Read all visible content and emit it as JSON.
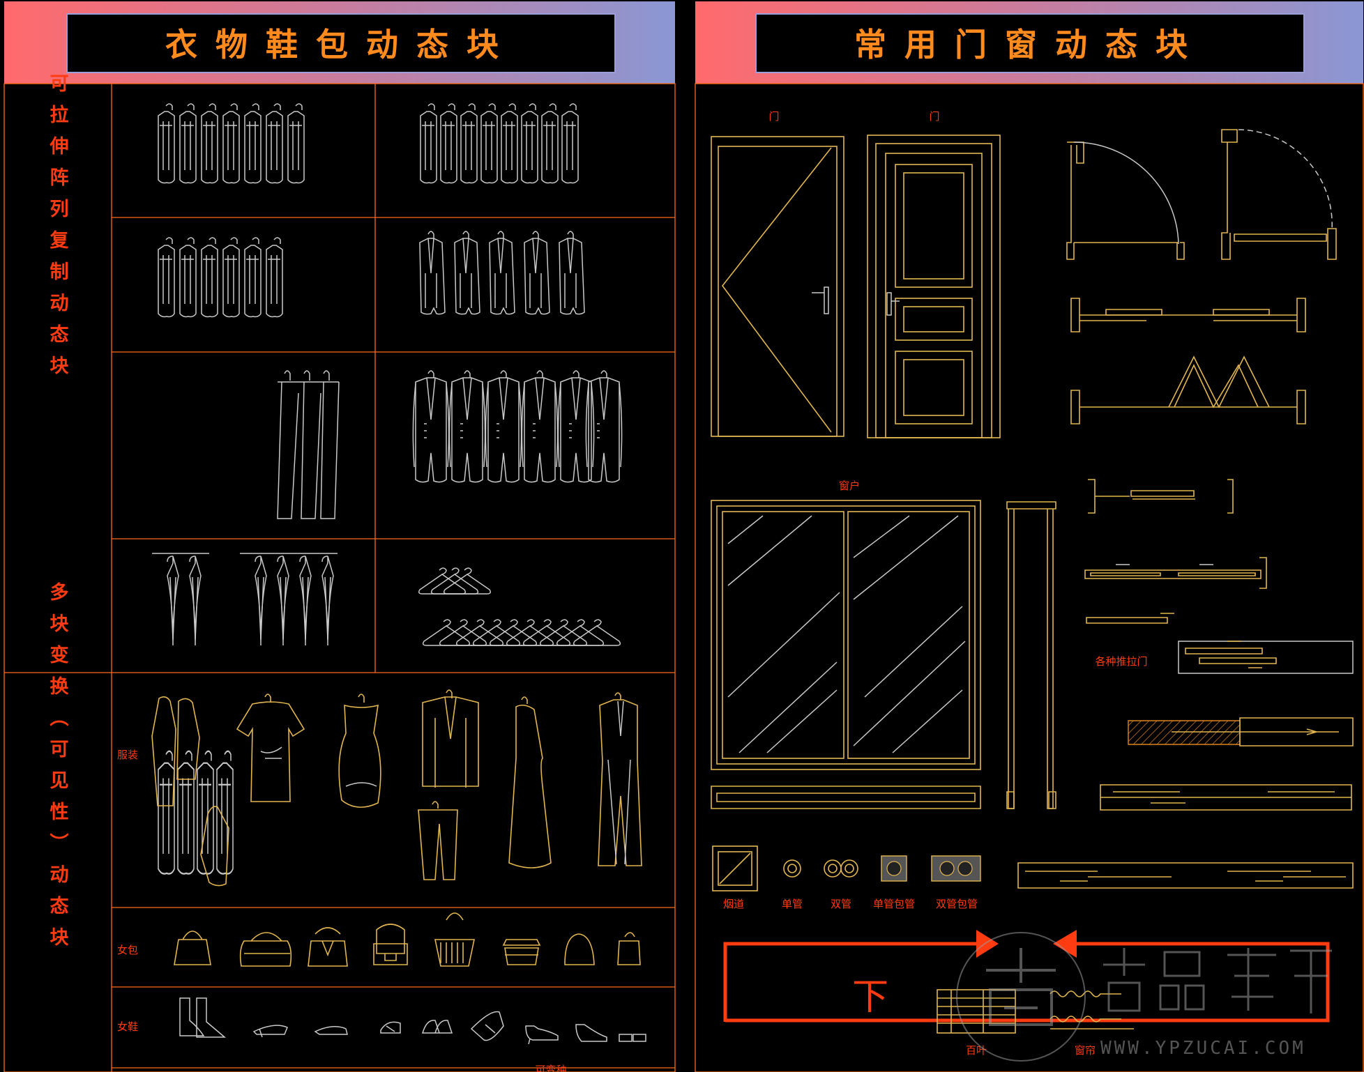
{
  "left_panel": {
    "title": "衣物鞋包动态块",
    "section_array": "可拉伸阵列复制动态块",
    "section_variant": "多块变换（可见性）动态块",
    "row_labels": {
      "clothing": "服装",
      "bags": "女包",
      "shoes": "女鞋"
    },
    "bottom_cut": "可变种"
  },
  "right_panel": {
    "title": "常用门窗动态块",
    "door_label_1": "门",
    "door_label_2": "门",
    "window_label": "窗户",
    "sliding_label": "各种推拉门",
    "pipe_labels": [
      "烟道",
      "单管",
      "双管",
      "单管包管",
      "双管包管"
    ],
    "arrow_box_label": "下",
    "blind_label": "百叶",
    "curtain_label": "窗帘"
  },
  "watermark": {
    "url": "WWW.YPZUCAI.COM"
  },
  "colors": {
    "title_text": "#ff8a1e",
    "label_red": "#ff3b12",
    "grid_orange": "#ff6a1a",
    "gradient_left": "#ff6d6d",
    "gradient_right": "#8a94d0"
  }
}
